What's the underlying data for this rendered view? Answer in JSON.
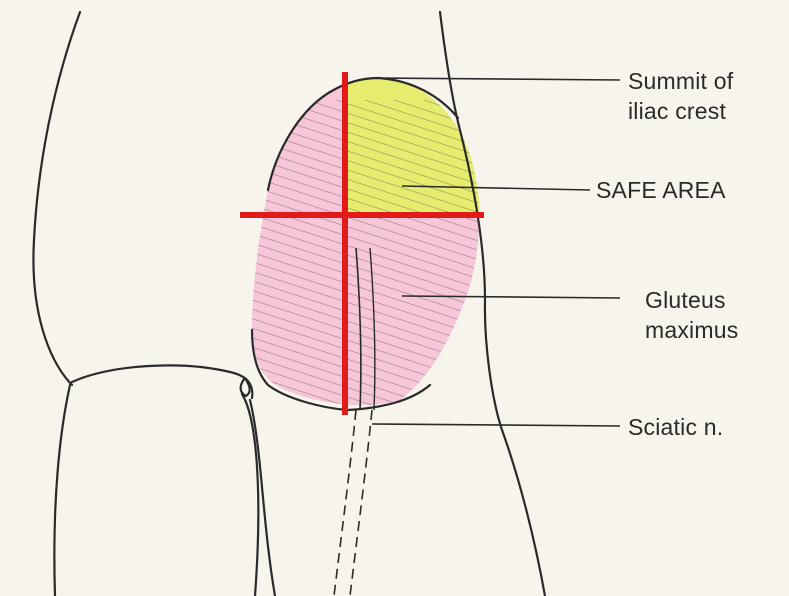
{
  "labels": {
    "summit": {
      "line1": "Summit of",
      "line2": "iliac crest"
    },
    "safe_area": "SAFE AREA",
    "gluteus": {
      "line1": "Gluteus",
      "line2": "maximus"
    },
    "sciatic": "Sciatic n."
  },
  "colors": {
    "background": "#f7f4ec",
    "outline": "#2a2a2a",
    "safe_area_fill": "#e6ec6e",
    "gluteus_fill": "#f7c6d8",
    "quadrant_lines": "#e11a1a",
    "hatching": "#4a4a4a"
  }
}
